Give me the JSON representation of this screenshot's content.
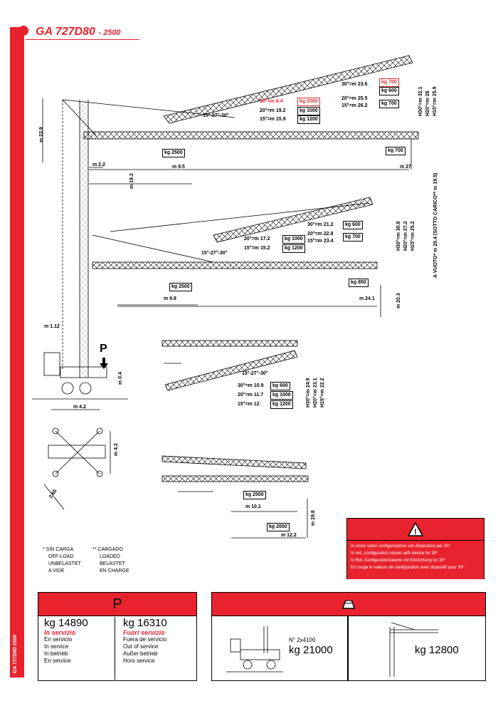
{
  "header": {
    "title": "GA 727D80",
    "subtitle": "- 2500",
    "side_code": "GA 727D80 2500"
  },
  "diagram1": {
    "height_label": "m 23.9",
    "m22": "m 2.2",
    "m193": "m 19.3",
    "m95": "m 9.5",
    "m27": "m 27",
    "kg2500": "kg 2500",
    "kg700": "kg 700",
    "angles": "15°-27°-30°",
    "rows_a": [
      {
        "lbl": "30°=m",
        "val": "8.4",
        "kg": "kg 2500",
        "red": true
      },
      {
        "lbl": "20°=m",
        "val": "19.2",
        "kg": "kg 1000",
        "red": false
      },
      {
        "lbl": "15°=m",
        "val": "15.9",
        "kg": "kg 1200",
        "red": false
      }
    ],
    "rows_b": [
      {
        "lbl": "30°=m",
        "val": "23.6",
        "kg": "kg 700",
        "kg2": "kg 600"
      },
      {
        "lbl": "20°=m",
        "val": "25.5",
        "kg": "",
        "kg2": ""
      },
      {
        "lbl": "15°=m",
        "val": "26.2",
        "kg": "kg 700",
        "kg2": ""
      }
    ],
    "heights": [
      "H30°=m 32.1",
      "H20°=m 28",
      "H15°=m 25.9"
    ]
  },
  "diagram2": {
    "angles": "15°-27°-30°",
    "rows_a": [
      {
        "lbl": "20°=m",
        "val": "17.2",
        "kg": "kg 1000"
      },
      {
        "lbl": "15°=m",
        "val": "15.2",
        "kg": "kg 1200"
      }
    ],
    "rows_b": [
      {
        "lbl": "30°=m",
        "val": "21.2",
        "kg": "kg 600"
      },
      {
        "lbl": "20°=m",
        "val": "22.8",
        "kg": "kg 700"
      },
      {
        "lbl": "15°=m",
        "val": "23.4",
        "kg": ""
      }
    ],
    "heights": [
      "H30°=m 30.8",
      "H20°=m 27.2",
      "H15°=m 25.2"
    ],
    "side_note": "A VUOTO* m 20.4 (SOTTO CARICO** m 19.5)",
    "kg2500": "kg 2500",
    "kg850": "kg 850",
    "m98": "m 9.8",
    "m241": "m 24.1",
    "m203": "m 20.3"
  },
  "diagram3": {
    "angles": "15°-27°-30°",
    "rows": [
      {
        "lbl": "30°=m",
        "val": "10.9",
        "kg": "kg 600"
      },
      {
        "lbl": "20°=m",
        "val": "11.7",
        "kg": "kg 1000"
      },
      {
        "lbl": "15°=m",
        "val": "12",
        "kg": "kg 1200"
      }
    ],
    "heights": [
      "H30°=m 24.9",
      "H20°=m 23.1",
      "H15°=m 22.2"
    ]
  },
  "diagram4": {
    "kg2500": "kg 2500",
    "m101": "m 10.1",
    "kg2000": "kg 2000",
    "m122": "m 12.2",
    "m198": "m 19.8"
  },
  "base": {
    "m112": "m 1.12",
    "p": "P",
    "m04": "m 0.4",
    "m42": "m 4.2",
    "m42v": "m 4.2",
    "diag": "2.65"
  },
  "legend": {
    "c1": [
      "* SIN CARGA",
      "OFF-LOAD",
      "UNBELASTET",
      "A VIDE"
    ],
    "c2": [
      "** CARGADO",
      "LOADED",
      "BELASTET",
      "EN CHARGE"
    ]
  },
  "note": {
    "lines": [
      "In rosso valori configurazione con dispositivo per 30°",
      "In red, configuration values with device for 30°",
      "In Rot, Konfigurationswerte mit Einrichtung fur 30°",
      "En rouge le valeurs de configuration avec dispositif pour 30°"
    ]
  },
  "p_panel": {
    "title": "P",
    "left": {
      "kg": "kg  14890",
      "status": "In servizio",
      "lines": [
        "En servicio",
        "In service",
        "In betrieb",
        "En service"
      ]
    },
    "right": {
      "kg": "kg  16310",
      "status": "Fuori servizio",
      "lines": [
        "Fuera de servicio",
        "Out of service",
        "Außer betrieb",
        "Hors service"
      ]
    }
  },
  "ballast_panel": {
    "left_n": "N° 2x4100",
    "left_kg": "kg 21000",
    "right_kg": "kg 12800"
  },
  "colors": {
    "accent": "#e8232d"
  }
}
